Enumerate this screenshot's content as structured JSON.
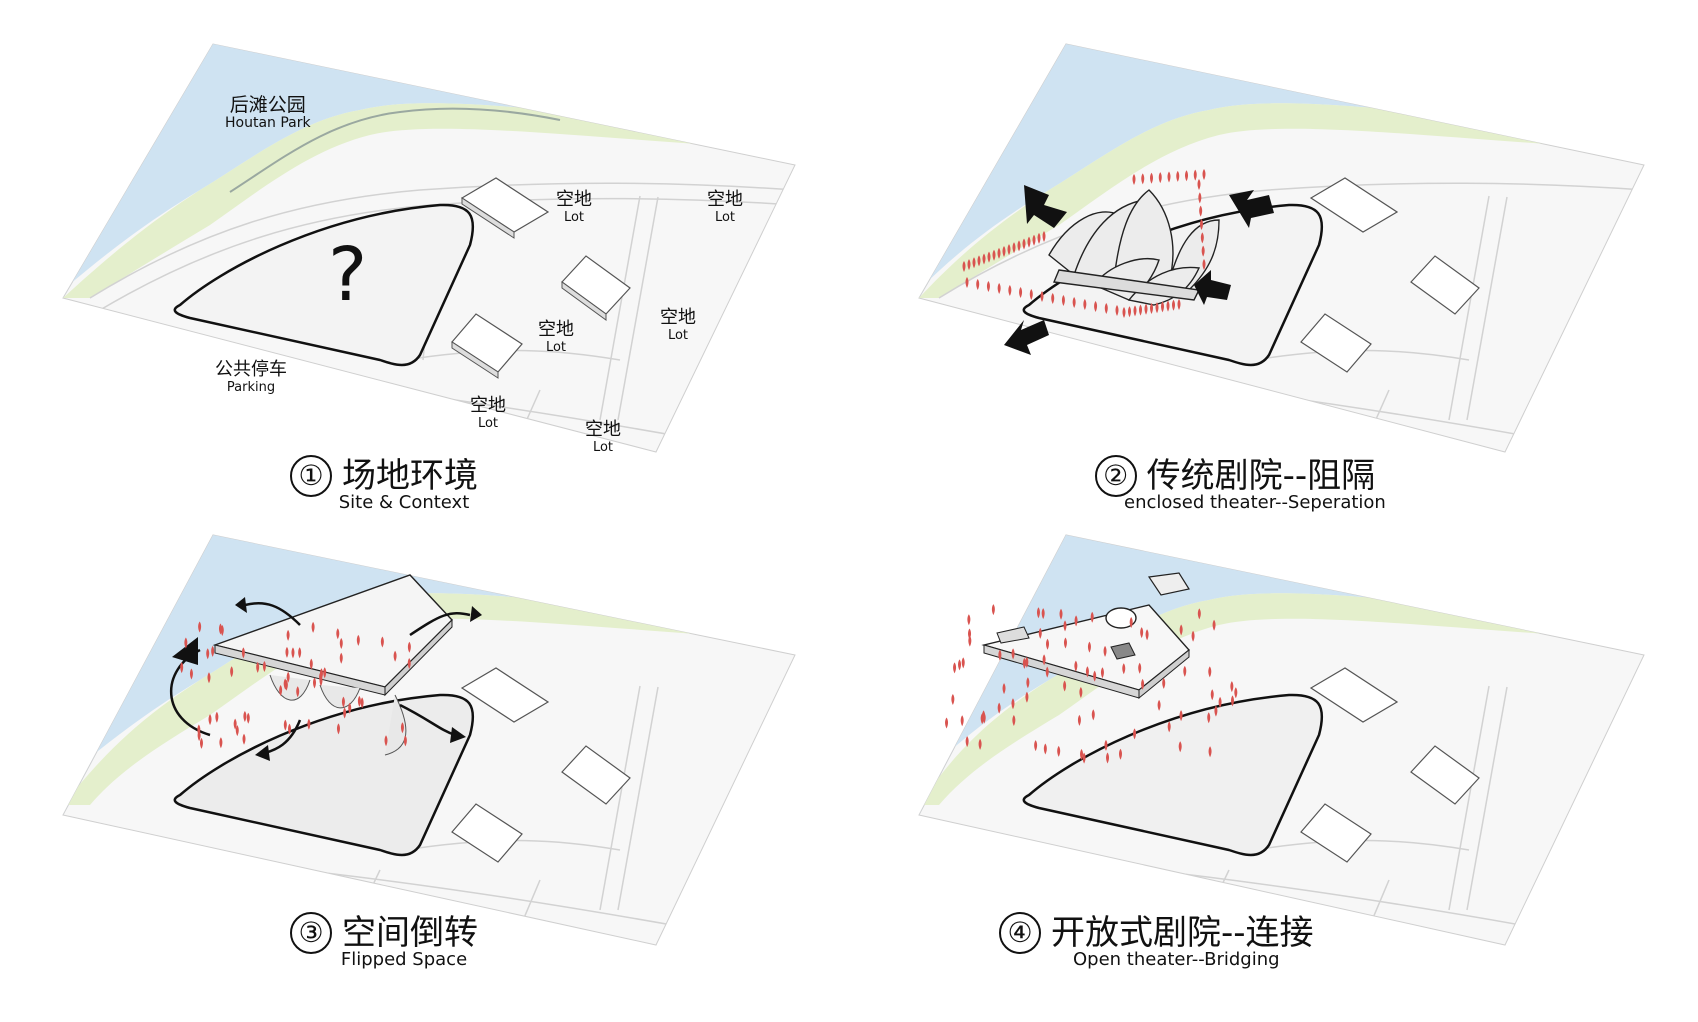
{
  "panels": [
    {
      "number": "①",
      "title_zh": "场地环境",
      "title_en": "Site & Context",
      "labels": [
        {
          "zh": "后滩公园",
          "en": "Houtan Park"
        },
        {
          "zh": "空地",
          "en": "Lot"
        },
        {
          "zh": "空地",
          "en": "Lot"
        },
        {
          "zh": "空地",
          "en": "Lot"
        },
        {
          "zh": "空地",
          "en": "Lot"
        },
        {
          "zh": "公共停车",
          "en": "Parking"
        },
        {
          "zh": "空地",
          "en": "Lot"
        },
        {
          "zh": "空地",
          "en": "Lot"
        }
      ],
      "mark": "?"
    },
    {
      "number": "②",
      "title_zh": "传统剧院--阻隔",
      "title_en": "enclosed theater--Seperation"
    },
    {
      "number": "③",
      "title_zh": "空间倒转",
      "title_en": "Flipped Space"
    },
    {
      "number": "④",
      "title_zh": "开放式剧院--连接",
      "title_en": "Open theater--Bridging"
    }
  ],
  "colors": {
    "water": "#cfe3f2",
    "park": "#e4efcc",
    "ground": "#f6f6f6",
    "road_line": "#d0d0d0",
    "people": "#d9534f",
    "arrow": "#111111"
  }
}
